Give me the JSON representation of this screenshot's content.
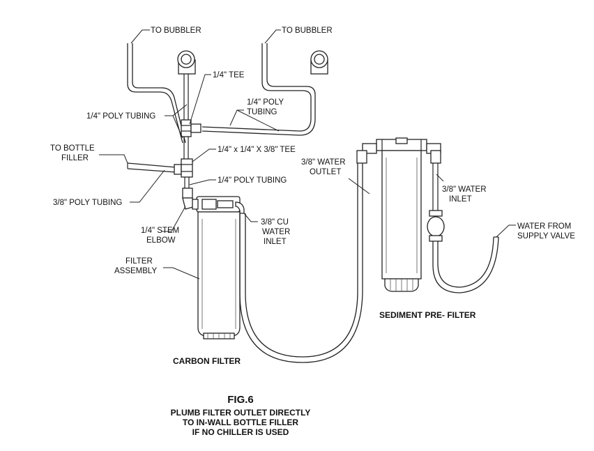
{
  "labels": {
    "to_bubbler_left": "TO BUBBLER",
    "to_bubbler_right": "TO BUBBLER",
    "tee_quarter": "1/4\" TEE",
    "poly_tubing_left": "1/4\" POLY TUBING",
    "poly_tubing_right_1": "1/4\" POLY",
    "poly_tubing_right_2": "TUBING",
    "to_bottle_filler_1": "TO BOTTLE",
    "to_bottle_filler_2": "FILLER",
    "reducing_tee": "1/4\" x 1/4\" X 3/8\" TEE",
    "poly_tubing_lower": "1/4\" POLY TUBING",
    "poly_tubing_38": "3/8\" POLY TUBING",
    "stem_elbow_1": "1/4\" STEM",
    "stem_elbow_2": "ELBOW",
    "cu_inlet_1": "3/8\" CU",
    "cu_inlet_2": "WATER",
    "cu_inlet_3": "INLET",
    "filter_assembly_1": "FILTER",
    "filter_assembly_2": "ASSEMBLY",
    "water_outlet_1": "3/8\" WATER",
    "water_outlet_2": "OUTLET",
    "water_inlet_1": "3/8\" WATER",
    "water_inlet_2": "INLET",
    "supply_1": "WATER FROM",
    "supply_2": "SUPPLY VALVE",
    "carbon_filter": "CARBON FILTER",
    "sediment_filter": "SEDIMENT PRE- FILTER"
  },
  "caption": {
    "fig": "FIG.6",
    "line1": "PLUMB FILTER OUTLET DIRECTLY",
    "line2": "TO IN-WALL BOTTLE FILLER",
    "line3": "IF NO CHILLER IS USED"
  }
}
